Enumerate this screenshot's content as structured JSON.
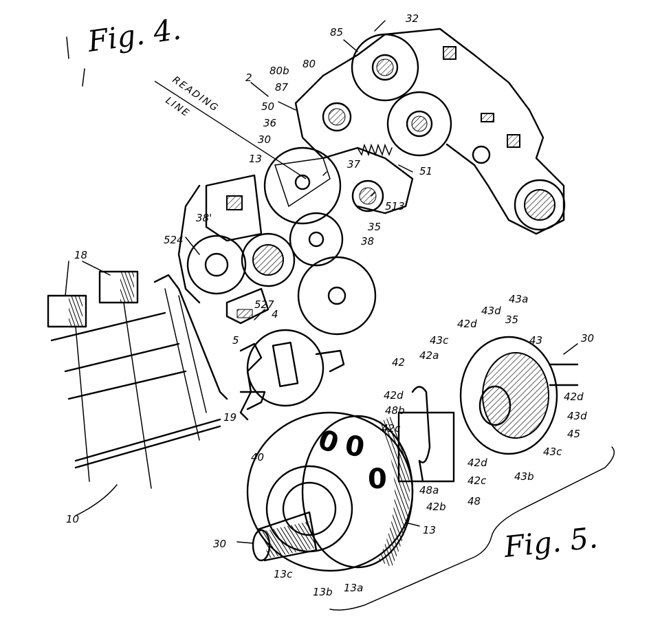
{
  "figures": {
    "fig4": "Fig. 4.",
    "fig5": "Fig. 5."
  },
  "reading_line": [
    "READING",
    "LINE"
  ],
  "dial_digits": [
    "0",
    "0",
    "0"
  ],
  "labels": [
    {
      "id": "32",
      "text": "32"
    },
    {
      "id": "85",
      "text": "85"
    },
    {
      "id": "2",
      "text": "2"
    },
    {
      "id": "80",
      "text": "80"
    },
    {
      "id": "80b",
      "text": "80b"
    },
    {
      "id": "87",
      "text": "87"
    },
    {
      "id": "50",
      "text": "50"
    },
    {
      "id": "36",
      "text": "36"
    },
    {
      "id": "30a",
      "text": "30"
    },
    {
      "id": "13a_top",
      "text": "13"
    },
    {
      "id": "37",
      "text": "37"
    },
    {
      "id": "51",
      "text": "51"
    },
    {
      "id": "513",
      "text": "513"
    },
    {
      "id": "38p",
      "text": "38'"
    },
    {
      "id": "35a",
      "text": "35"
    },
    {
      "id": "38",
      "text": "38"
    },
    {
      "id": "524",
      "text": "524"
    },
    {
      "id": "527",
      "text": "527"
    },
    {
      "id": "18",
      "text": "18"
    },
    {
      "id": "4",
      "text": "4"
    },
    {
      "id": "5",
      "text": "5"
    },
    {
      "id": "19",
      "text": "19"
    },
    {
      "id": "10",
      "text": "10"
    },
    {
      "id": "42",
      "text": "42"
    },
    {
      "id": "42a",
      "text": "42a"
    },
    {
      "id": "42d1",
      "text": "42d"
    },
    {
      "id": "43c1",
      "text": "43c"
    },
    {
      "id": "42d2",
      "text": "42d"
    },
    {
      "id": "43d1",
      "text": "43d"
    },
    {
      "id": "43a",
      "text": "43a"
    },
    {
      "id": "35b",
      "text": "35"
    },
    {
      "id": "43",
      "text": "43"
    },
    {
      "id": "30b",
      "text": "30"
    },
    {
      "id": "42d3",
      "text": "42d"
    },
    {
      "id": "43d2",
      "text": "43d"
    },
    {
      "id": "45",
      "text": "45"
    },
    {
      "id": "43c2",
      "text": "43c"
    },
    {
      "id": "48b",
      "text": "48b"
    },
    {
      "id": "42c1",
      "text": "42c"
    },
    {
      "id": "42d4",
      "text": "42d"
    },
    {
      "id": "42c2",
      "text": "42c"
    },
    {
      "id": "43b",
      "text": "43b"
    },
    {
      "id": "48a",
      "text": "48a"
    },
    {
      "id": "48",
      "text": "48"
    },
    {
      "id": "42b",
      "text": "42b"
    },
    {
      "id": "40",
      "text": "40"
    },
    {
      "id": "13b_mid",
      "text": "13"
    },
    {
      "id": "30c",
      "text": "30"
    },
    {
      "id": "13c",
      "text": "13c"
    },
    {
      "id": "13b",
      "text": "13b"
    },
    {
      "id": "13a",
      "text": "13a"
    }
  ]
}
